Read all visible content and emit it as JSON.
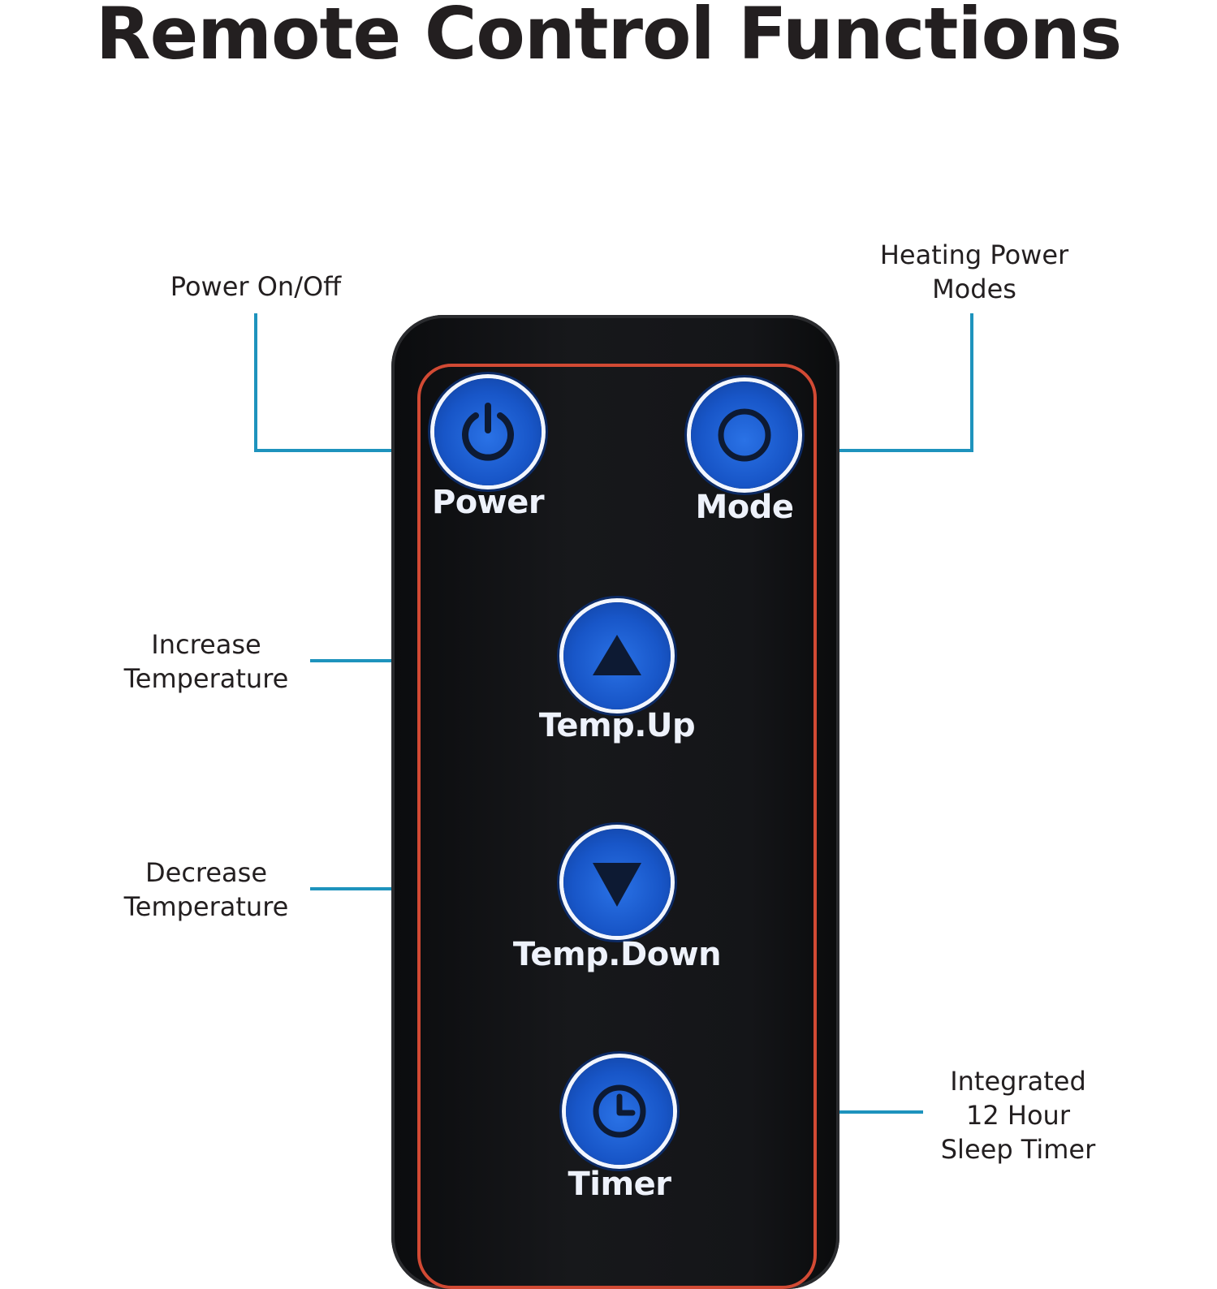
{
  "title": "Remote Control Functions",
  "callouts": {
    "power": "Power On/Off",
    "mode_line1": "Heating Power",
    "mode_line2": "Modes",
    "up_line1": "Increase",
    "up_line2": "Temperature",
    "down_line1": "Decrease",
    "down_line2": "Temperature",
    "timer_line1": "Integrated",
    "timer_line2": "12 Hour",
    "timer_line3": "Sleep Timer"
  },
  "buttons": {
    "power": {
      "label": "Power",
      "icon": "power-icon"
    },
    "mode": {
      "label": "Mode",
      "icon": "circle-icon"
    },
    "temp_up": {
      "label": "Temp.Up",
      "icon": "triangle-up-icon"
    },
    "temp_down": {
      "label": "Temp.Down",
      "icon": "triangle-down-icon"
    },
    "timer": {
      "label": "Timer",
      "icon": "clock-icon"
    }
  },
  "colors": {
    "leader_line": "#1e93bd",
    "remote_body": "#141518",
    "remote_frame": "#d24a34",
    "button_blue": "#1856c8"
  }
}
